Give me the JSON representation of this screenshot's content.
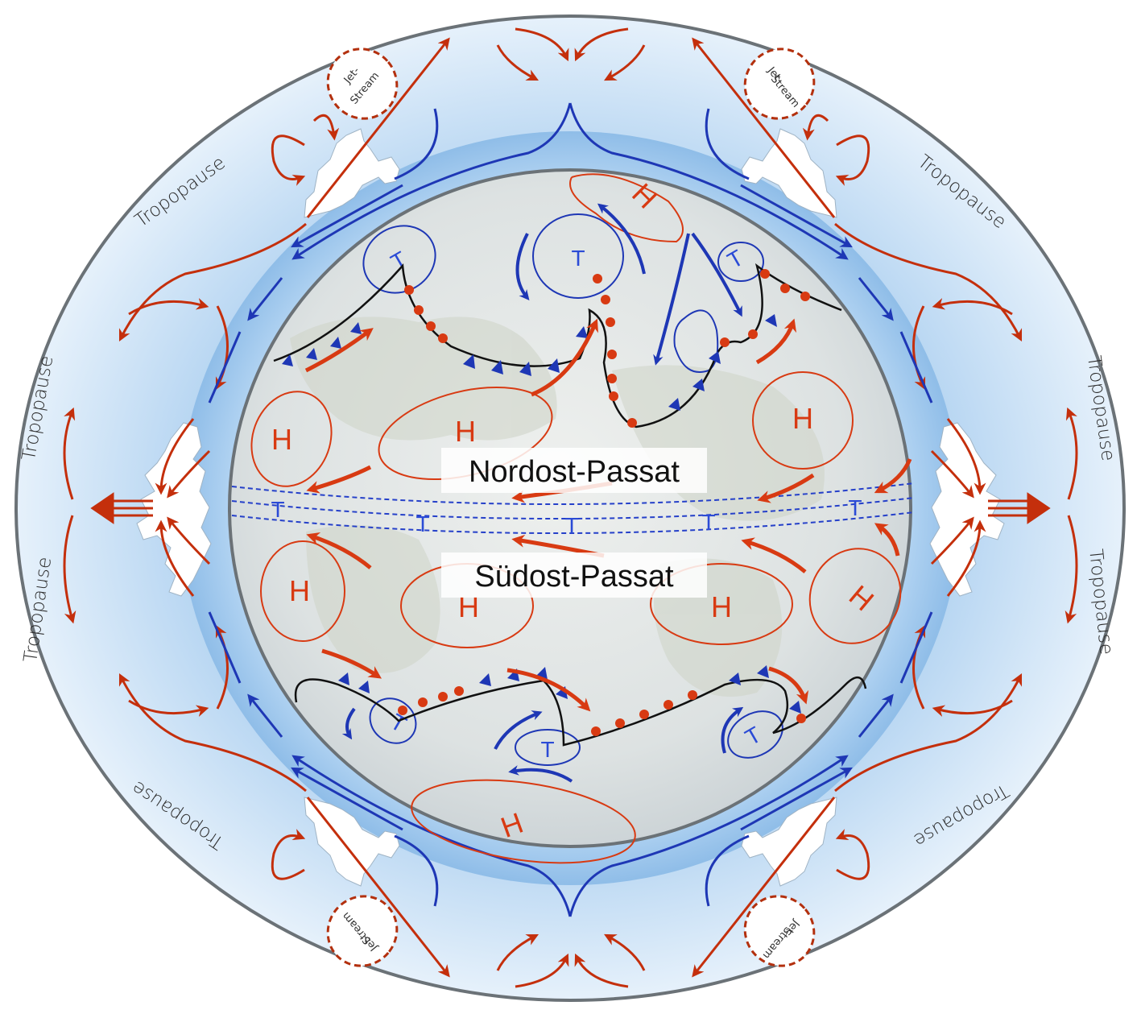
{
  "labels": {
    "tropopause": "Tropopause",
    "jet_stream_line1": "Jet-",
    "jet_stream_line2": "Stream",
    "northeast_trade": "Nordost-Passat",
    "southeast_trade": "Südost-Passat",
    "high": "H",
    "low": "T"
  },
  "colors": {
    "outer_ring": "#d6e8f7",
    "inner_ring": "#a9cdee",
    "earth": "#dfe3e1",
    "red_flow": "#c42f0c",
    "blue_flow": "#1e37b5",
    "front_line": "#111111",
    "itcz": "#2540c9"
  },
  "icons": {
    "cloud": "convective-cloud-icon",
    "high_pressure": "high-pressure-icon",
    "low_pressure": "low-pressure-icon",
    "warm_front": "warm-front-icon",
    "cold_front": "cold-front-icon"
  }
}
